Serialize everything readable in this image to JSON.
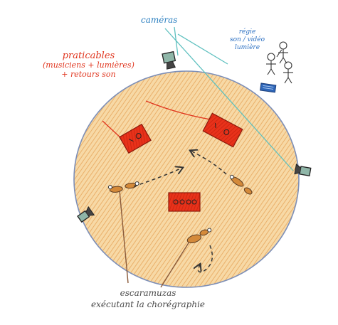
{
  "labels": {
    "cameras": "caméras",
    "regie": [
      "régie",
      "son / vidéo",
      "lumière"
    ],
    "praticables": [
      "praticables",
      "(musiciens + lumières)",
      "+ retours son"
    ],
    "escaramuzas": [
      "escaramuzas",
      "exécutant la chorégraphie"
    ]
  },
  "colors": {
    "stage_fill": "#f3c98a",
    "stage_outline": "#7d8fb8",
    "praticable": "#e8321a",
    "camera_line": "#5ec0bf",
    "camera_label": "#2b7fc0",
    "regie_label": "#2a6fc2",
    "praticable_label": "#e0341d",
    "figure_line": "#8a5a3a",
    "dancer": "#d48a3a",
    "arrow": "#333333"
  },
  "icons": [
    "camera-icon",
    "regie-desk-icon",
    "stick-figure-icon",
    "dancer-icon",
    "dashed-arrow"
  ]
}
